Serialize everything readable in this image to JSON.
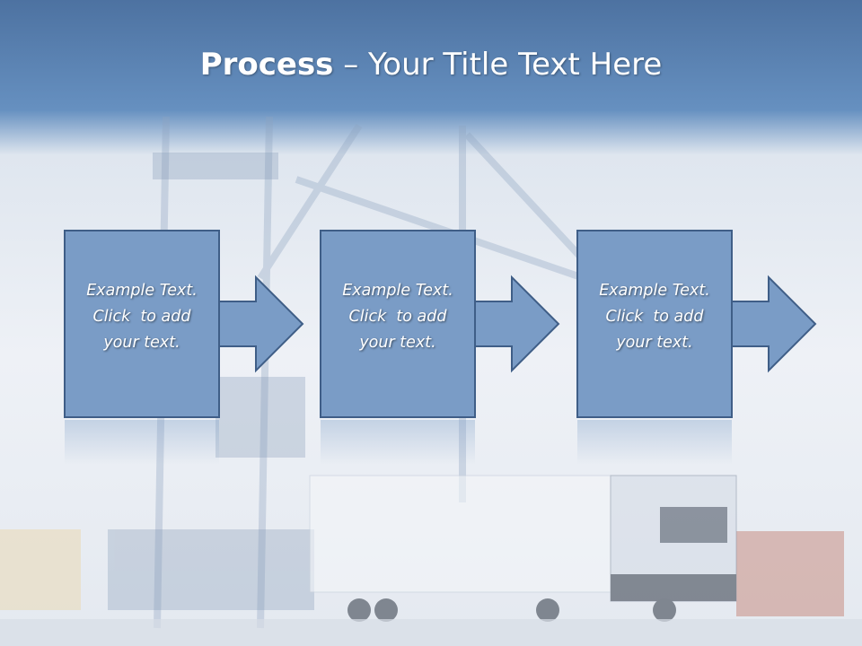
{
  "slide": {
    "title_bold": "Process",
    "title_rest": " – Your Title Text Here",
    "steps": [
      {
        "lines": [
          "Example Text.",
          "Click  to add",
          "your text."
        ]
      },
      {
        "lines": [
          "Example Text.",
          "Click  to add",
          "your text."
        ]
      },
      {
        "lines": [
          "Example Text.",
          "Click  to add",
          "your text."
        ]
      }
    ]
  },
  "colors": {
    "header_blue": "#5f87b6",
    "box_fill": "#7a9cc6",
    "box_border": "#3f5e87"
  },
  "icons": [
    "right-arrow-icon"
  ]
}
